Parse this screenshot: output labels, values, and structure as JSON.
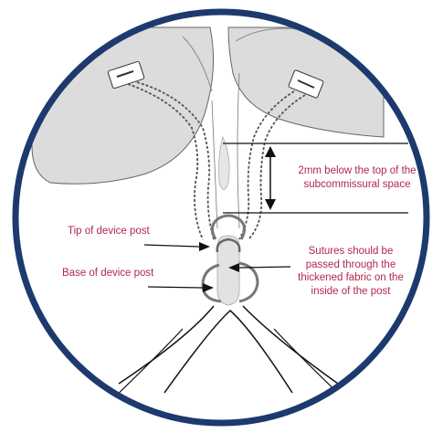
{
  "colors": {
    "label_text": "#b0284a",
    "circle_border": "#1d3a6e",
    "tissue_fill": "#dcdcdc",
    "device_gray": "#8a8a8a",
    "pointer_line": "#111111"
  },
  "annotations": {
    "depth_lines": [
      "2mm below the top of the",
      "subcommissural space"
    ],
    "sutures_lines": [
      "Sutures should be",
      "passed through the",
      "thickened fabric on the",
      "inside of the post"
    ],
    "tip_label": "Tip of device post",
    "base_label": "Base of device post"
  }
}
